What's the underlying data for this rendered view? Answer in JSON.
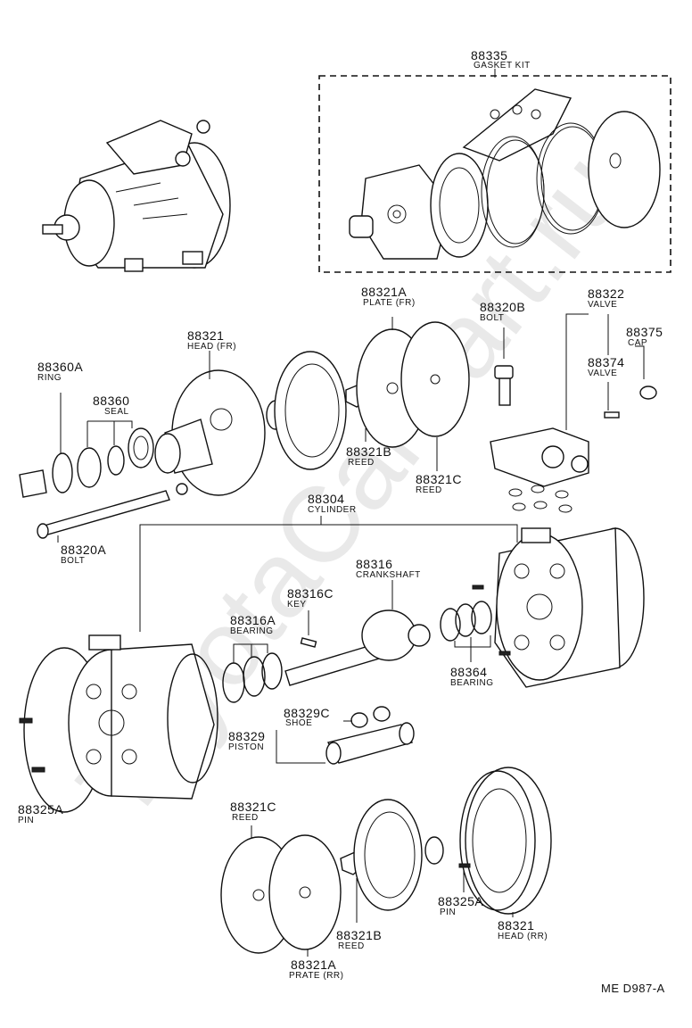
{
  "watermark": "ToyotaCarPart.ru",
  "figure_code": "ME  D987-A",
  "parts": [
    {
      "id": "gasket_kit",
      "number": "88335",
      "name": "GASKET KIT"
    },
    {
      "id": "plate_fr",
      "number": "88321A",
      "name": "PLATE (FR)"
    },
    {
      "id": "bolt_b",
      "number": "88320B",
      "name": "BOLT"
    },
    {
      "id": "valve",
      "number": "88322",
      "name": "VALVE"
    },
    {
      "id": "cap",
      "number": "88375",
      "name": "CAP"
    },
    {
      "id": "valve2",
      "number": "88374",
      "name": "VALVE"
    },
    {
      "id": "head_fr",
      "number": "88321",
      "name": "HEAD (FR)"
    },
    {
      "id": "ring",
      "number": "88360A",
      "name": "RING"
    },
    {
      "id": "seal",
      "number": "88360",
      "name": "SEAL"
    },
    {
      "id": "reed_fr_b",
      "number": "88321B",
      "name": "REED"
    },
    {
      "id": "reed_fr_c",
      "number": "88321C",
      "name": "REED"
    },
    {
      "id": "cylinder",
      "number": "88304",
      "name": "CYLINDER"
    },
    {
      "id": "bolt_a",
      "number": "88320A",
      "name": "BOLT"
    },
    {
      "id": "crankshaft",
      "number": "88316",
      "name": "CRANKSHAFT"
    },
    {
      "id": "key",
      "number": "88316C",
      "name": "KEY"
    },
    {
      "id": "bearing_a",
      "number": "88316A",
      "name": "BEARING"
    },
    {
      "id": "bearing_364",
      "number": "88364",
      "name": "BEARING"
    },
    {
      "id": "shoe",
      "number": "88329C",
      "name": "SHOE"
    },
    {
      "id": "piston",
      "number": "88329",
      "name": "PISTON"
    },
    {
      "id": "pin_l",
      "number": "88325A",
      "name": "PIN"
    },
    {
      "id": "reed_rr_c",
      "number": "88321C",
      "name": "REED"
    },
    {
      "id": "pin_r",
      "number": "88325A",
      "name": "PIN"
    },
    {
      "id": "reed_rr_b",
      "number": "88321B",
      "name": "REED"
    },
    {
      "id": "head_rr",
      "number": "88321",
      "name": "HEAD (RR)"
    },
    {
      "id": "plate_rr",
      "number": "88321A",
      "name": "PRATE (RR)"
    }
  ]
}
